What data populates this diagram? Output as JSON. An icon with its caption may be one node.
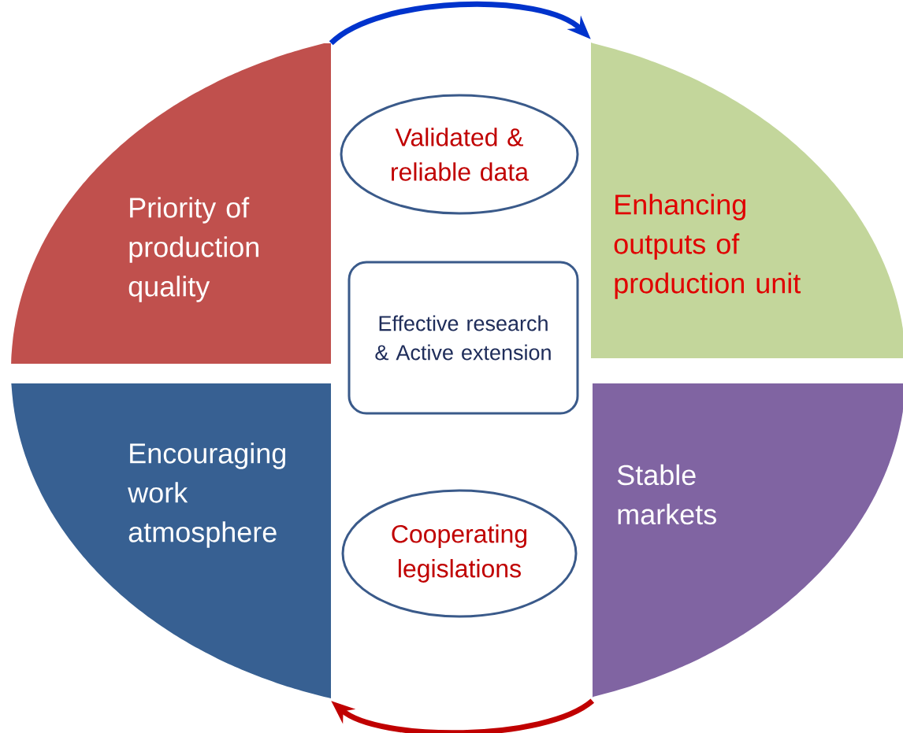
{
  "diagram": {
    "nodes": [
      {
        "text": [
          "Priority of production quality"
        ]
      },
      {
        "text": [
          "Validated & reliable data"
        ]
      },
      {
        "text": [
          "Enhancing outputs of production unit"
        ]
      },
      {
        "text": [
          "Effective research & Active extension"
        ]
      },
      {
        "text": [
          "Encouraging work atmosphere"
        ]
      },
      {
        "text": [
          "Cooperating legislations"
        ]
      },
      {
        "text": [
          "Stable markets"
        ]
      }
    ],
    "edges": [
      {
        "from": 0,
        "to": 2,
        "arrow": "to",
        "color": "#0033cc"
      },
      {
        "from": 6,
        "to": 4,
        "arrow": "to",
        "color": "#c00000"
      }
    ]
  }
}
